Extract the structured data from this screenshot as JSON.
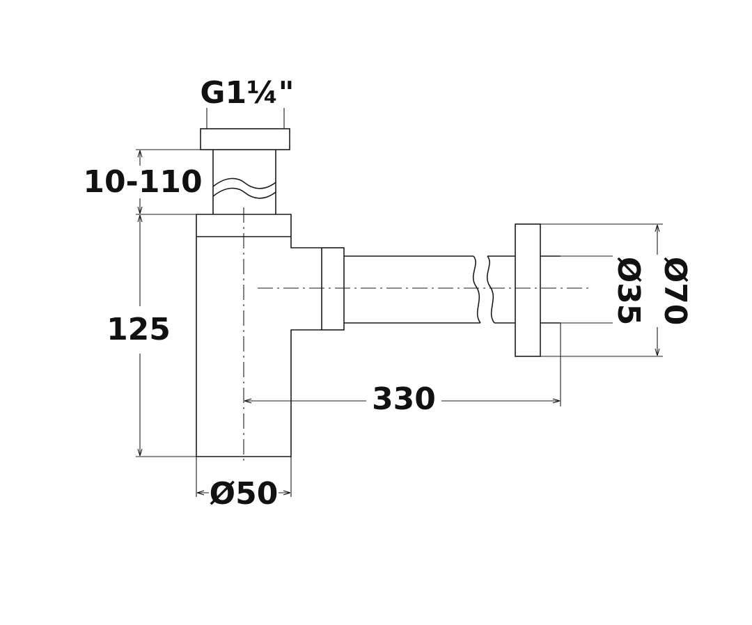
{
  "dimensions": {
    "thread": "G1¼\"",
    "extension": "10-110",
    "height": "125",
    "body_diameter": "Ø50",
    "length": "330",
    "pipe_diameter": "Ø35",
    "flange_diameter": "Ø70"
  }
}
